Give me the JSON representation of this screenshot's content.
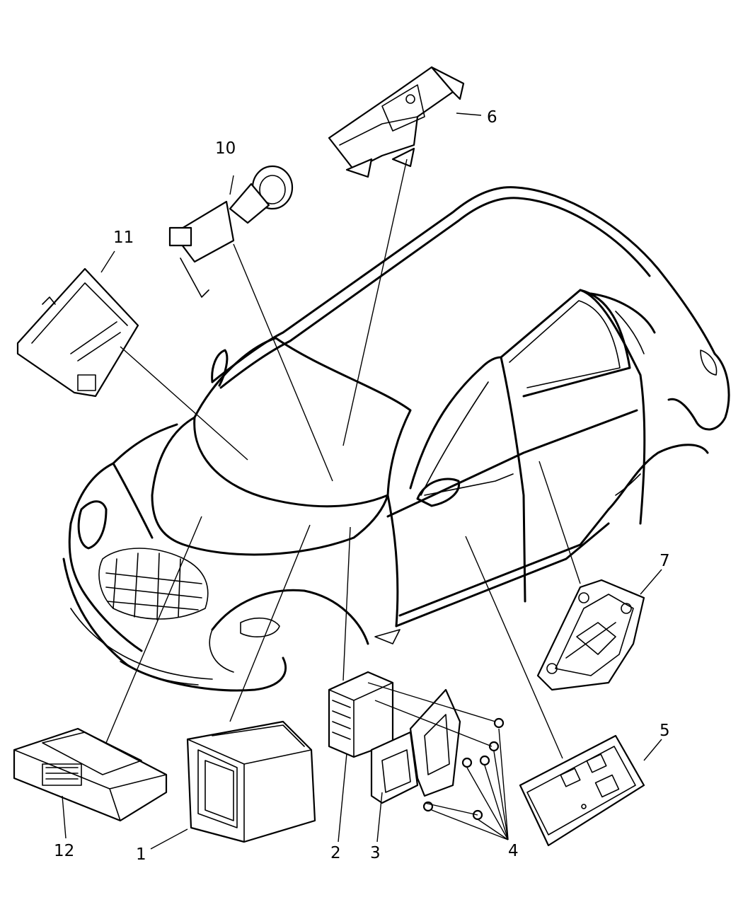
{
  "callouts": {
    "c1": "1",
    "c2": "2",
    "c3": "3",
    "c4": "4",
    "c5": "5",
    "c6": "6",
    "c7": "7",
    "c10": "10",
    "c11": "11",
    "c12": "12"
  }
}
